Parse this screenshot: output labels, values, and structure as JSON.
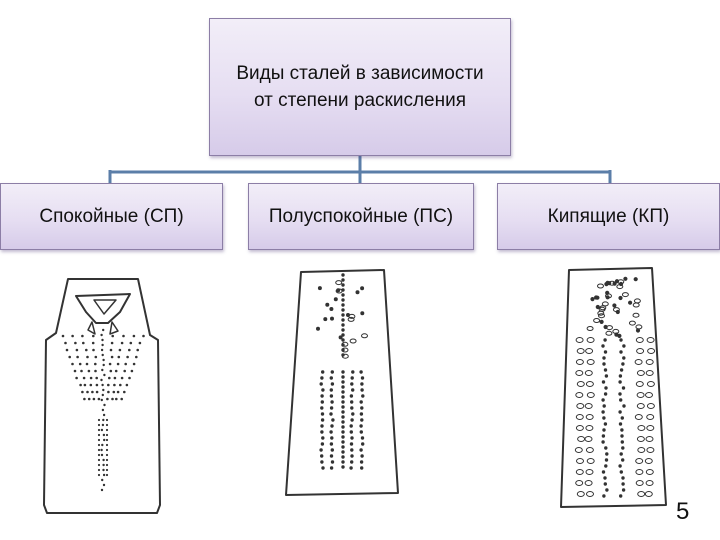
{
  "diagram": {
    "root": {
      "label": "Виды сталей в зависимости\nот степени раскисления"
    },
    "children": [
      {
        "label": "Спокойные (СП)"
      },
      {
        "label": "Полуспокойные (ПС)"
      },
      {
        "label": "Кипящие (КП)"
      }
    ]
  },
  "colors": {
    "box_fill": "#e6def2",
    "box_border": "#8c7ea6",
    "connector": "#5b7ea8",
    "ingot_line": "#333333"
  },
  "slide": {
    "page_number": "5"
  }
}
